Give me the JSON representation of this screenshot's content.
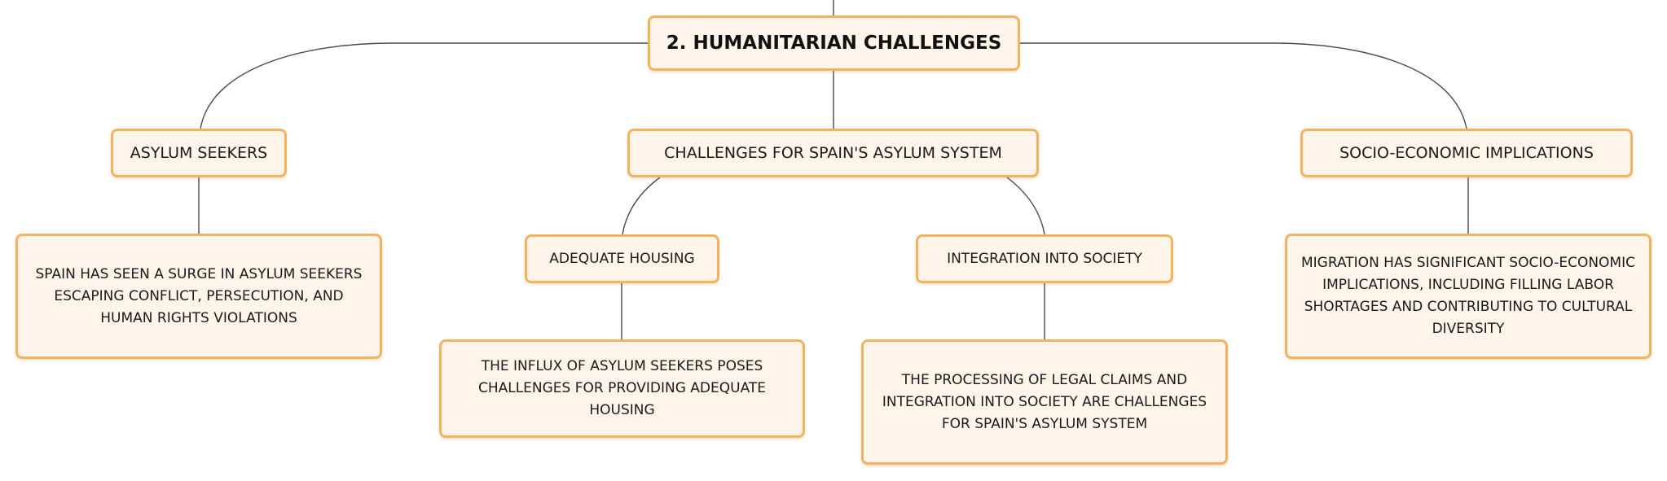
{
  "diagram": {
    "root": {
      "label": "2. HUMANITARIAN CHALLENGES"
    },
    "branches": {
      "asylum_seekers": {
        "label": "ASYLUM SEEKERS",
        "detail": "SPAIN HAS SEEN A SURGE IN ASYLUM SEEKERS ESCAPING CONFLICT, PERSECUTION, AND HUMAN RIGHTS VIOLATIONS"
      },
      "asylum_system": {
        "label": "CHALLENGES FOR SPAIN'S ASYLUM SYSTEM",
        "children": {
          "housing": {
            "label": "ADEQUATE HOUSING",
            "detail": "THE INFLUX OF ASYLUM SEEKERS POSES CHALLENGES FOR PROVIDING ADEQUATE HOUSING"
          },
          "integration": {
            "label": "INTEGRATION INTO SOCIETY",
            "detail": "THE PROCESSING OF LEGAL CLAIMS AND INTEGRATION INTO SOCIETY ARE CHALLENGES FOR SPAIN'S ASYLUM SYSTEM"
          }
        }
      },
      "socio_economic": {
        "label": "SOCIO-ECONOMIC IMPLICATIONS",
        "detail": "MIGRATION HAS SIGNIFICANT SOCIO-ECONOMIC IMPLICATIONS, INCLUDING FILLING LABOR SHORTAGES AND CONTRIBUTING TO CULTURAL DIVERSITY"
      }
    },
    "colors": {
      "node_fill": "#fef4ea",
      "node_border": "#f3b35e",
      "connector": "#4a4a4a",
      "text": "#1a1a1a"
    }
  }
}
